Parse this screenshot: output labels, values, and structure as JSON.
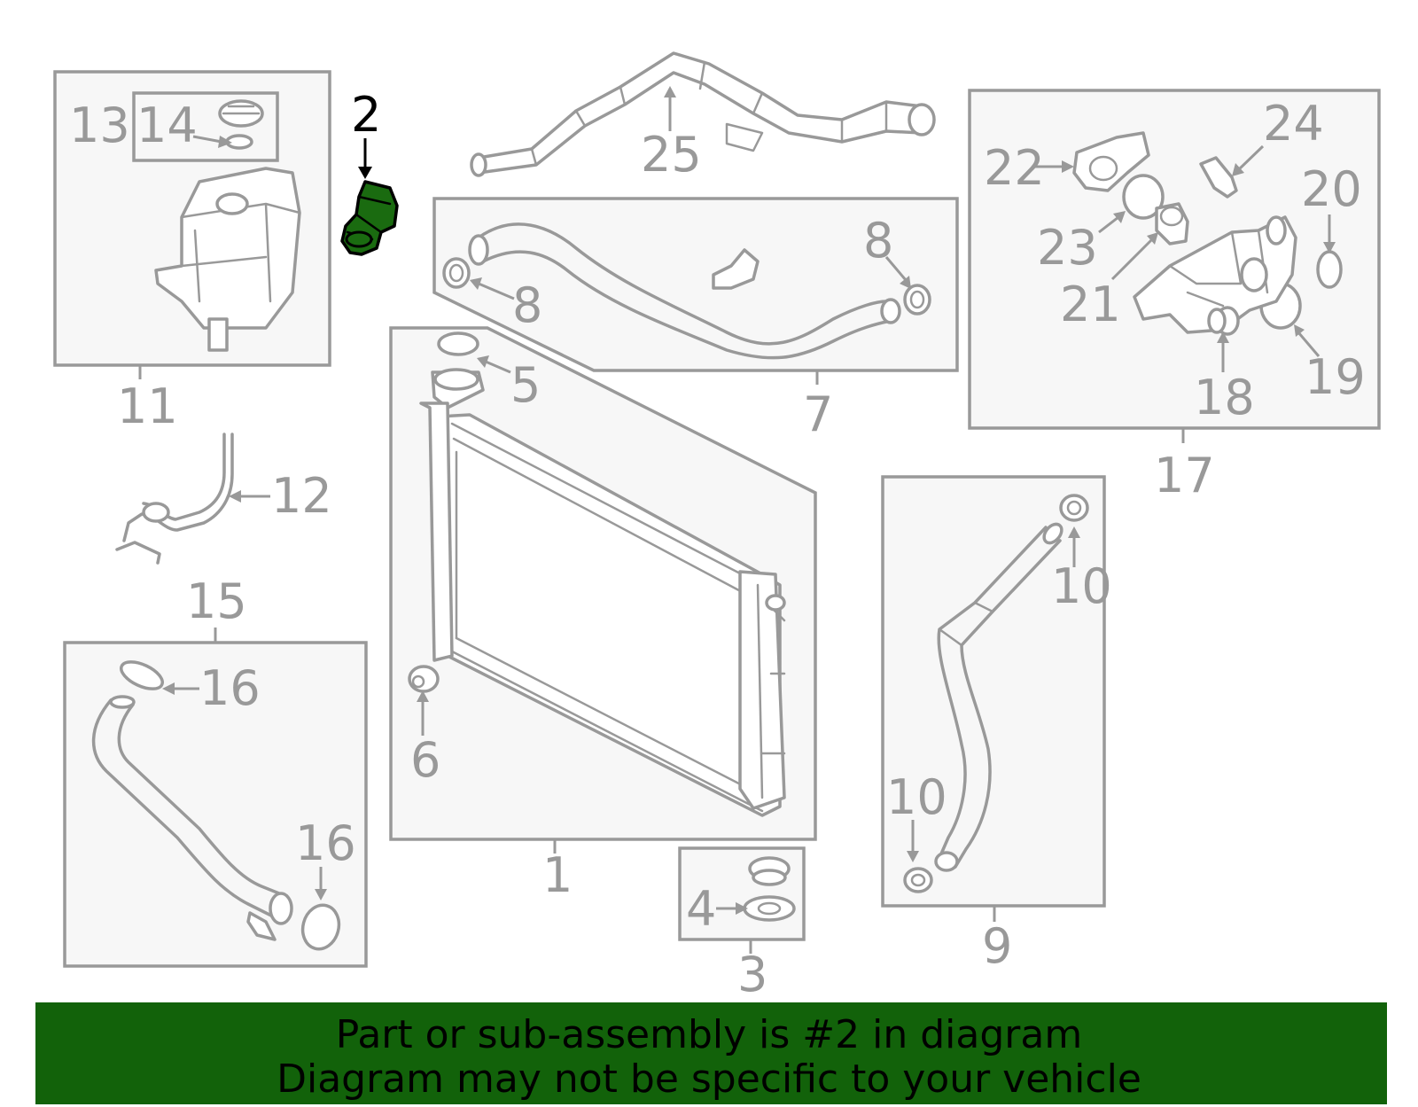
{
  "diagram": {
    "highlight_color": "#1a6b10",
    "callouts": {
      "c1": "1",
      "c2": "2",
      "c3": "3",
      "c4": "4",
      "c5": "5",
      "c6": "6",
      "c7": "7",
      "c8a": "8",
      "c8b": "8",
      "c9": "9",
      "c10a": "10",
      "c10b": "10",
      "c11": "11",
      "c12": "12",
      "c13": "13",
      "c14": "14",
      "c15": "15",
      "c16a": "16",
      "c16b": "16",
      "c17": "17",
      "c18": "18",
      "c19": "19",
      "c20": "20",
      "c21": "21",
      "c22": "22",
      "c23": "23",
      "c24": "24",
      "c25": "25"
    }
  },
  "banner": {
    "color": "#12620a",
    "line1": "Part or sub-assembly is #2 in diagram",
    "line2": "Diagram may not be specific to your vehicle"
  }
}
